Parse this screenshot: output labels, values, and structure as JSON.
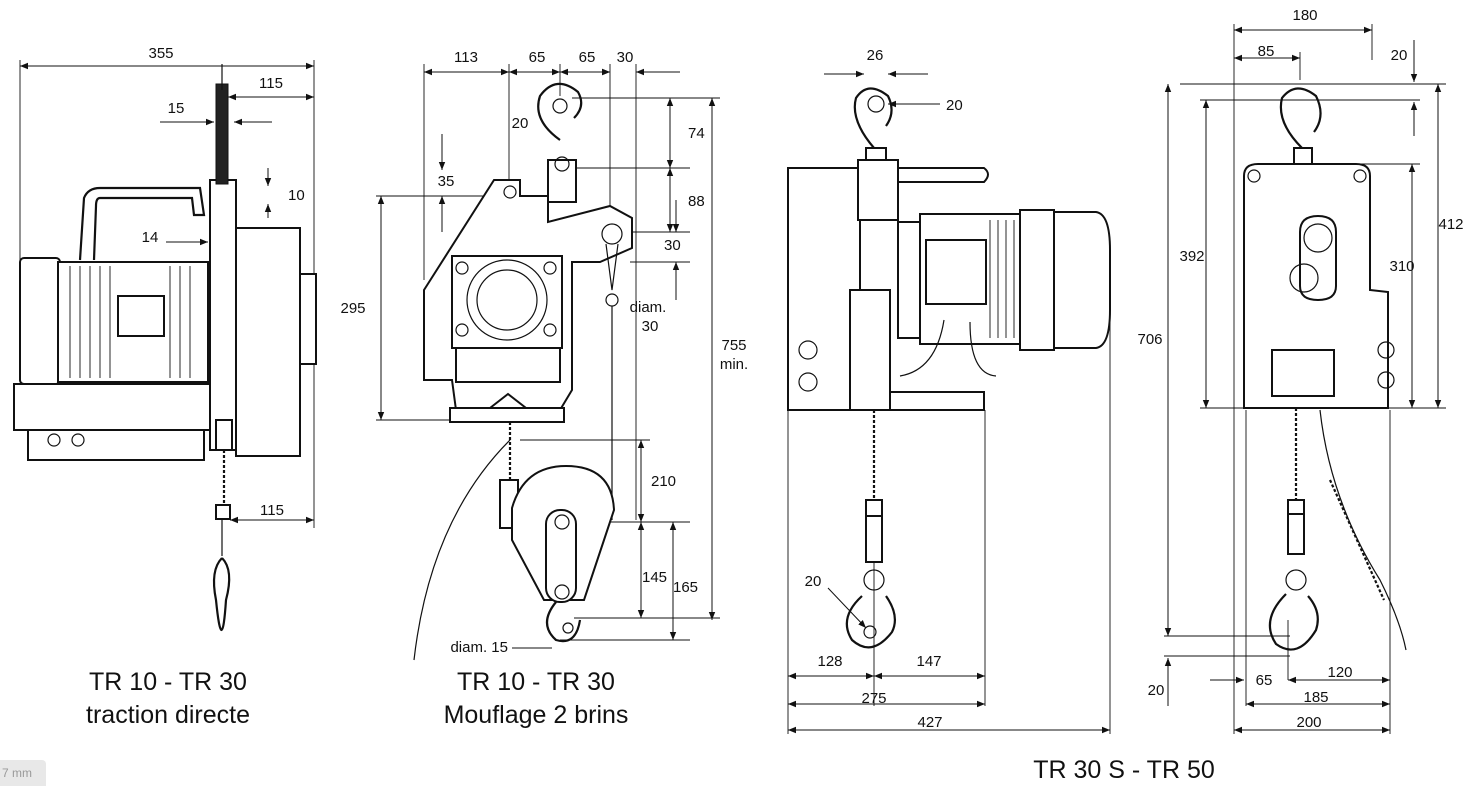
{
  "drawings": [
    {
      "id": "tr10-direct",
      "caption_line1": "TR 10 - TR 30",
      "caption_line2": "traction directe",
      "dimensions": [
        "355",
        "115",
        "15",
        "10",
        "14",
        "115"
      ]
    },
    {
      "id": "tr10-mouflage",
      "caption_line1": "TR 10 - TR 30",
      "caption_line2": "Mouflage 2 brins",
      "dimensions": [
        "113",
        "65",
        "65",
        "30",
        "20",
        "74",
        "35",
        "88",
        "30",
        "295",
        "diam.",
        "30",
        "755",
        "min.",
        "210",
        "145",
        "165",
        "diam. 15"
      ]
    },
    {
      "id": "tr30s",
      "caption_line1": "TR 30 S - TR 50",
      "dimensions": [
        "26",
        "20",
        "20",
        "128",
        "147",
        "275",
        "427"
      ]
    },
    {
      "id": "tr50",
      "dimensions": [
        "180",
        "85",
        "20",
        "412",
        "392",
        "310",
        "706",
        "20",
        "65",
        "120",
        "185",
        "200"
      ]
    }
  ],
  "footer_text": "7 mm"
}
